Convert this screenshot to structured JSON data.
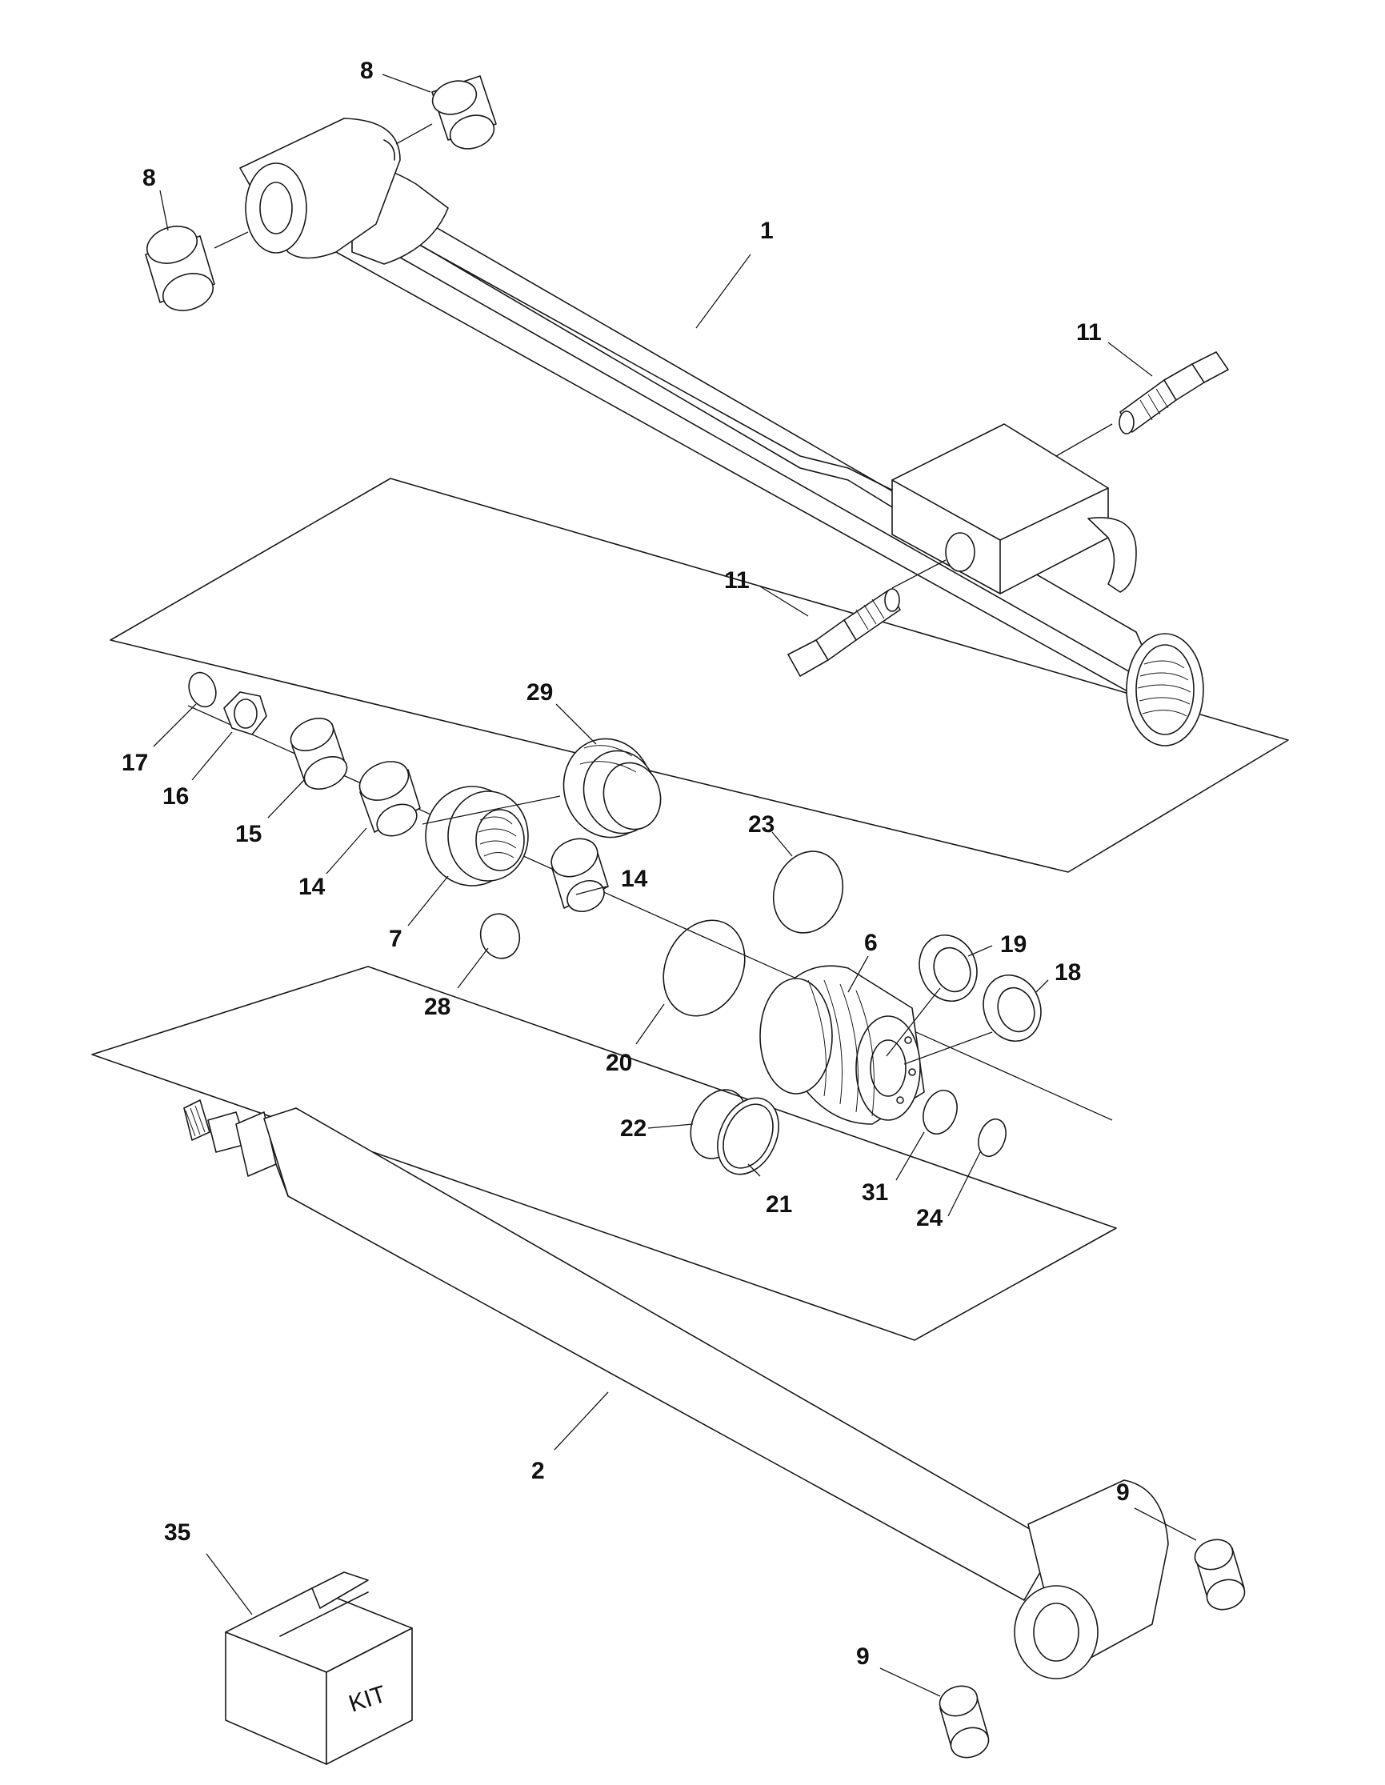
{
  "diagram": {
    "callouts": [
      {
        "id": "c8a",
        "label": "8"
      },
      {
        "id": "c8b",
        "label": "8"
      },
      {
        "id": "c1",
        "label": "1"
      },
      {
        "id": "c11a",
        "label": "11"
      },
      {
        "id": "c11b",
        "label": "11"
      },
      {
        "id": "c29",
        "label": "29"
      },
      {
        "id": "c17",
        "label": "17"
      },
      {
        "id": "c16",
        "label": "16"
      },
      {
        "id": "c15",
        "label": "15"
      },
      {
        "id": "c14a",
        "label": "14"
      },
      {
        "id": "c14b",
        "label": "14"
      },
      {
        "id": "c7",
        "label": "7"
      },
      {
        "id": "c28",
        "label": "28"
      },
      {
        "id": "c23",
        "label": "23"
      },
      {
        "id": "c6",
        "label": "6"
      },
      {
        "id": "c19",
        "label": "19"
      },
      {
        "id": "c18",
        "label": "18"
      },
      {
        "id": "c20",
        "label": "20"
      },
      {
        "id": "c22",
        "label": "22"
      },
      {
        "id": "c21",
        "label": "21"
      },
      {
        "id": "c31",
        "label": "31"
      },
      {
        "id": "c24",
        "label": "24"
      },
      {
        "id": "c2",
        "label": "2"
      },
      {
        "id": "c9a",
        "label": "9"
      },
      {
        "id": "c9b",
        "label": "9"
      },
      {
        "id": "c35",
        "label": "35"
      }
    ],
    "kit_label": "KIT"
  }
}
